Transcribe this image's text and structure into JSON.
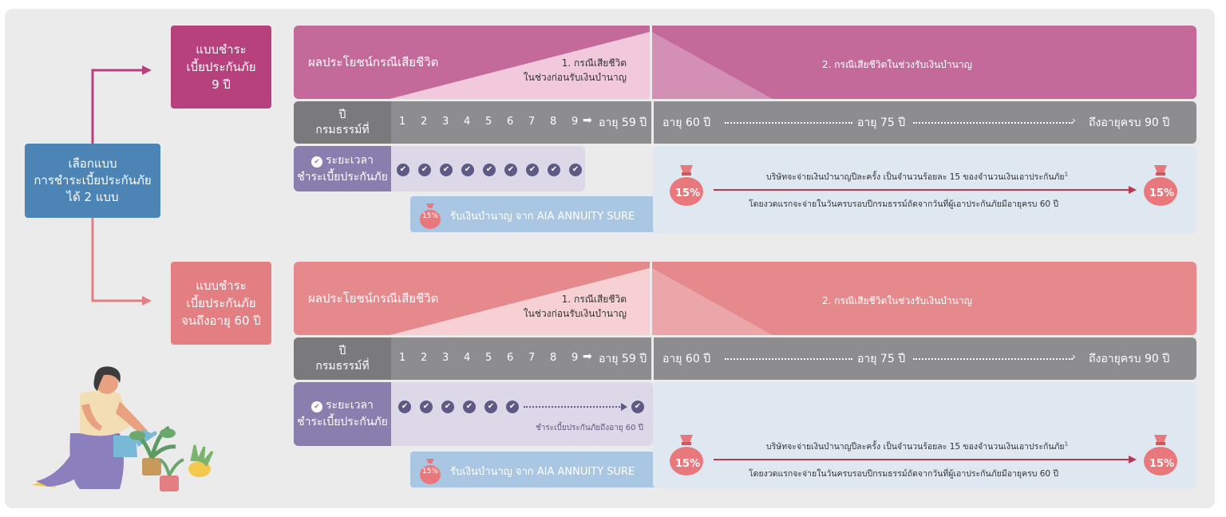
{
  "chooser": {
    "line1": "เลือกแบบ",
    "line2": "การชำระเบี้ยประกันภัย",
    "line3": "ได้ 2 แบบ"
  },
  "colors": {
    "plan1": "#b7417c",
    "plan2": "#e37f83",
    "chooser": "#4b84b5",
    "year_bar": "#8d8d8f",
    "premium": "#8a7eae",
    "payout_bg": "#dfe8f1",
    "arrow": "#b33a52"
  },
  "icons": {
    "check": "check-circle-icon",
    "bag": "money-bag-icon",
    "arrow": "arrow-right-icon",
    "person": "woman-gardening-illustration"
  },
  "plans": [
    {
      "name_line1": "แบบชำระ",
      "name_line2": "เบี้ยประกันภัย",
      "name_line3": "9 ปี",
      "banner_title": "ผลประโยชน์กรณีเสียชีวิต",
      "case1_line1": "1. กรณีเสียชีวิต",
      "case1_line2": "ในช่วงก่อนรับเงินบำนาญ",
      "case2": "2. กรณีเสียชีวิตในช่วงรับเงินบำนาญ",
      "year_label_1": "ปี",
      "year_label_2": "กรมธรรม์ที่",
      "years": [
        "1",
        "2",
        "3",
        "4",
        "5",
        "6",
        "7",
        "8",
        "9"
      ],
      "age_59": "อายุ 59 ปี",
      "age_60": "อายุ 60 ปี",
      "age_75": "อายุ 75 ปี",
      "age_90": "ถึงอายุครบ 90 ปี",
      "premium_label_1": "ระยะเวลา",
      "premium_label_2": "ชำระเบี้ยประกันภัย",
      "premium_note": "",
      "annuity_label": "รับเงินบำนาญ จาก AIA ANNUITY SURE",
      "small_bag": "15%",
      "bag_left": "15%",
      "bag_right": "15%",
      "pay_line1": "บริษัทจะจ่ายเงินบำนาญปีละครั้ง เป็นจำนวนร้อยละ 15 ของจำนวนเงินเอาประกันภัย",
      "pay_sup": "1",
      "pay_line2": "โดยงวดแรกจะจ่ายในวันครบรอบปีกรมธรรม์ถัดจากวันที่ผู้เอาประกันภัยมีอายุครบ 60 ปี"
    },
    {
      "name_line1": "แบบชำระ",
      "name_line2": "เบี้ยประกันภัย",
      "name_line3": "จนถึงอายุ 60 ปี",
      "banner_title": "ผลประโยชน์กรณีเสียชีวิต",
      "case1_line1": "1. กรณีเสียชีวิต",
      "case1_line2": "ในช่วงก่อนรับเงินบำนาญ",
      "case2": "2. กรณีเสียชีวิตในช่วงรับเงินบำนาญ",
      "year_label_1": "ปี",
      "year_label_2": "กรมธรรม์ที่",
      "years": [
        "1",
        "2",
        "3",
        "4",
        "5",
        "6",
        "7",
        "8",
        "9"
      ],
      "age_59": "อายุ 59 ปี",
      "age_60": "อายุ 60 ปี",
      "age_75": "อายุ 75 ปี",
      "age_90": "ถึงอายุครบ 90 ปี",
      "premium_label_1": "ระยะเวลา",
      "premium_label_2": "ชำระเบี้ยประกันภัย",
      "premium_note": "ชำระเบี้ยประกันภัยถึงอายุ 60 ปี",
      "annuity_label": "รับเงินบำนาญ จาก AIA ANNUITY SURE",
      "small_bag": "15%",
      "bag_left": "15%",
      "bag_right": "15%",
      "pay_line1": "บริษัทจะจ่ายเงินบำนาญปีละครั้ง เป็นจำนวนร้อยละ 15 ของจำนวนเงินเอาประกันภัย",
      "pay_sup": "1",
      "pay_line2": "โดยงวดแรกจะจ่ายในวันครบรอบปีกรมธรรม์ถัดจากวันที่ผู้เอาประกันภัยมีอายุครบ 60 ปี"
    }
  ]
}
